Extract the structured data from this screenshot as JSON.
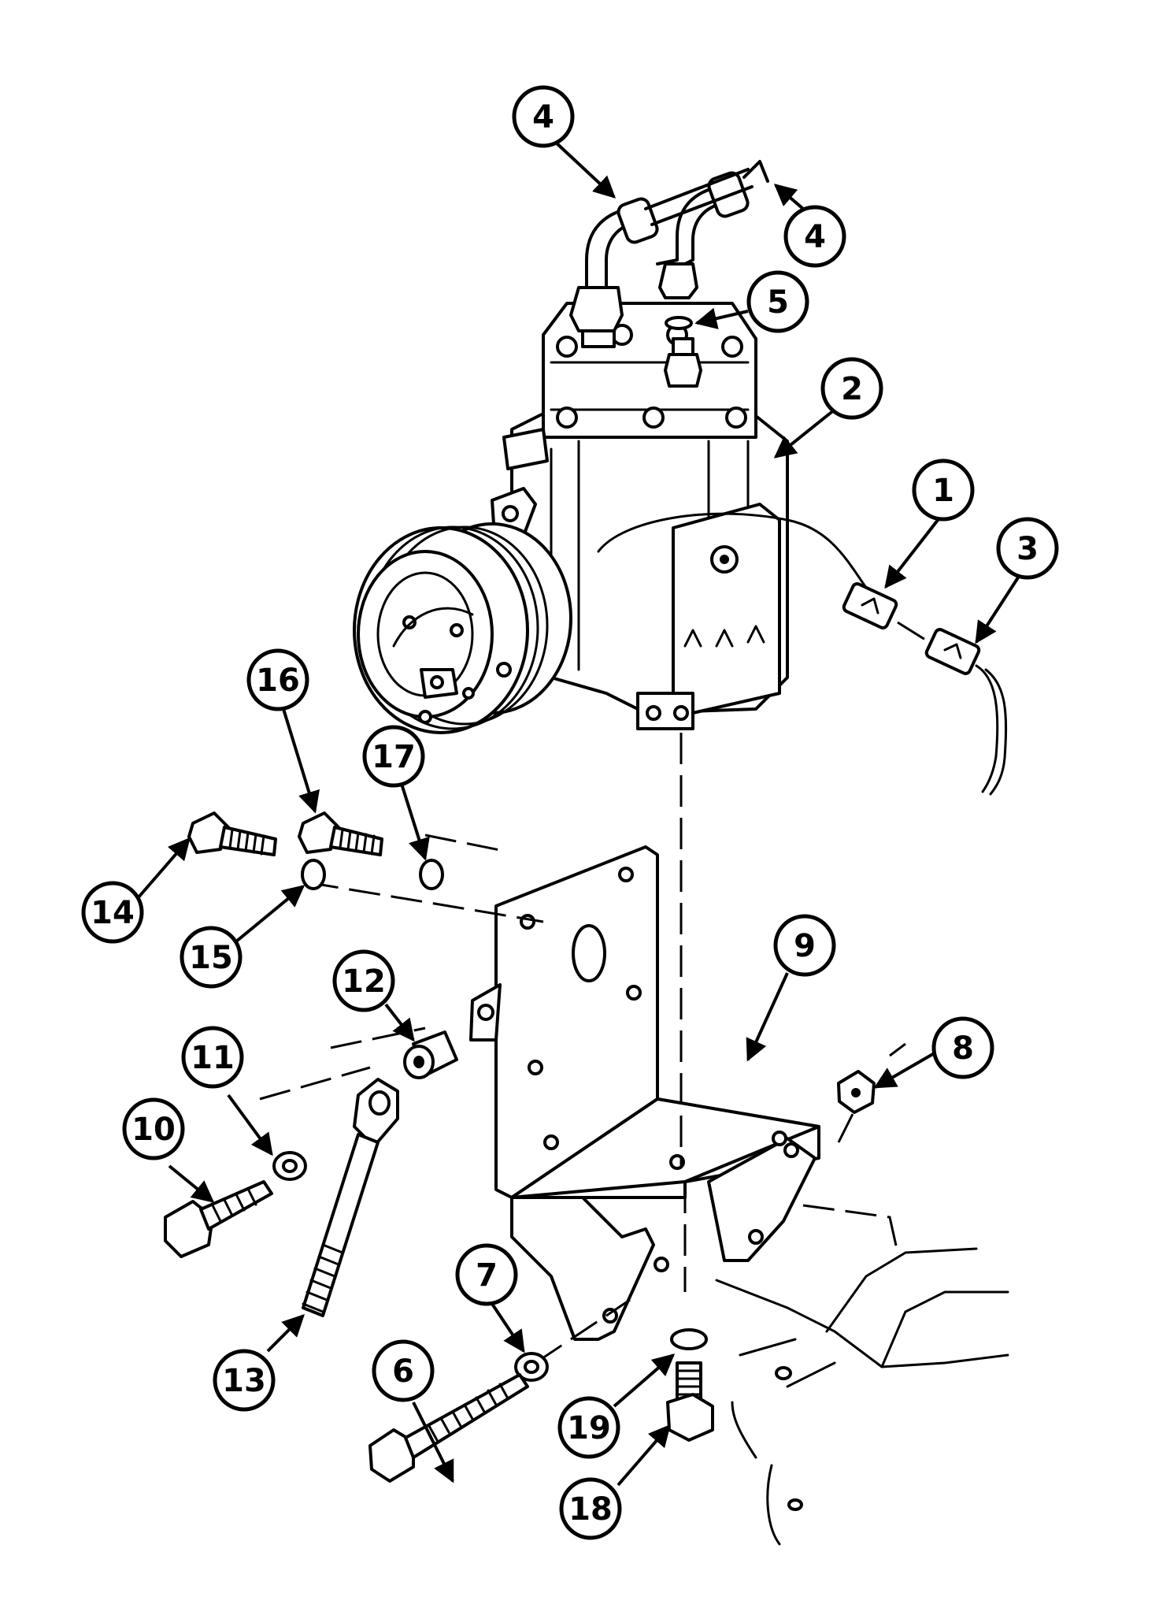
{
  "callouts": [
    {
      "id": "4a",
      "label": "4"
    },
    {
      "id": "4b",
      "label": "4"
    },
    {
      "id": "5",
      "label": "5"
    },
    {
      "id": "2",
      "label": "2"
    },
    {
      "id": "1",
      "label": "1"
    },
    {
      "id": "3",
      "label": "3"
    },
    {
      "id": "16",
      "label": "16"
    },
    {
      "id": "17",
      "label": "17"
    },
    {
      "id": "14",
      "label": "14"
    },
    {
      "id": "15",
      "label": "15"
    },
    {
      "id": "9",
      "label": "9"
    },
    {
      "id": "12",
      "label": "12"
    },
    {
      "id": "11",
      "label": "11"
    },
    {
      "id": "10",
      "label": "10"
    },
    {
      "id": "8",
      "label": "8"
    },
    {
      "id": "7",
      "label": "7"
    },
    {
      "id": "13",
      "label": "13"
    },
    {
      "id": "6",
      "label": "6"
    },
    {
      "id": "19",
      "label": "19"
    },
    {
      "id": "18",
      "label": "18"
    }
  ]
}
